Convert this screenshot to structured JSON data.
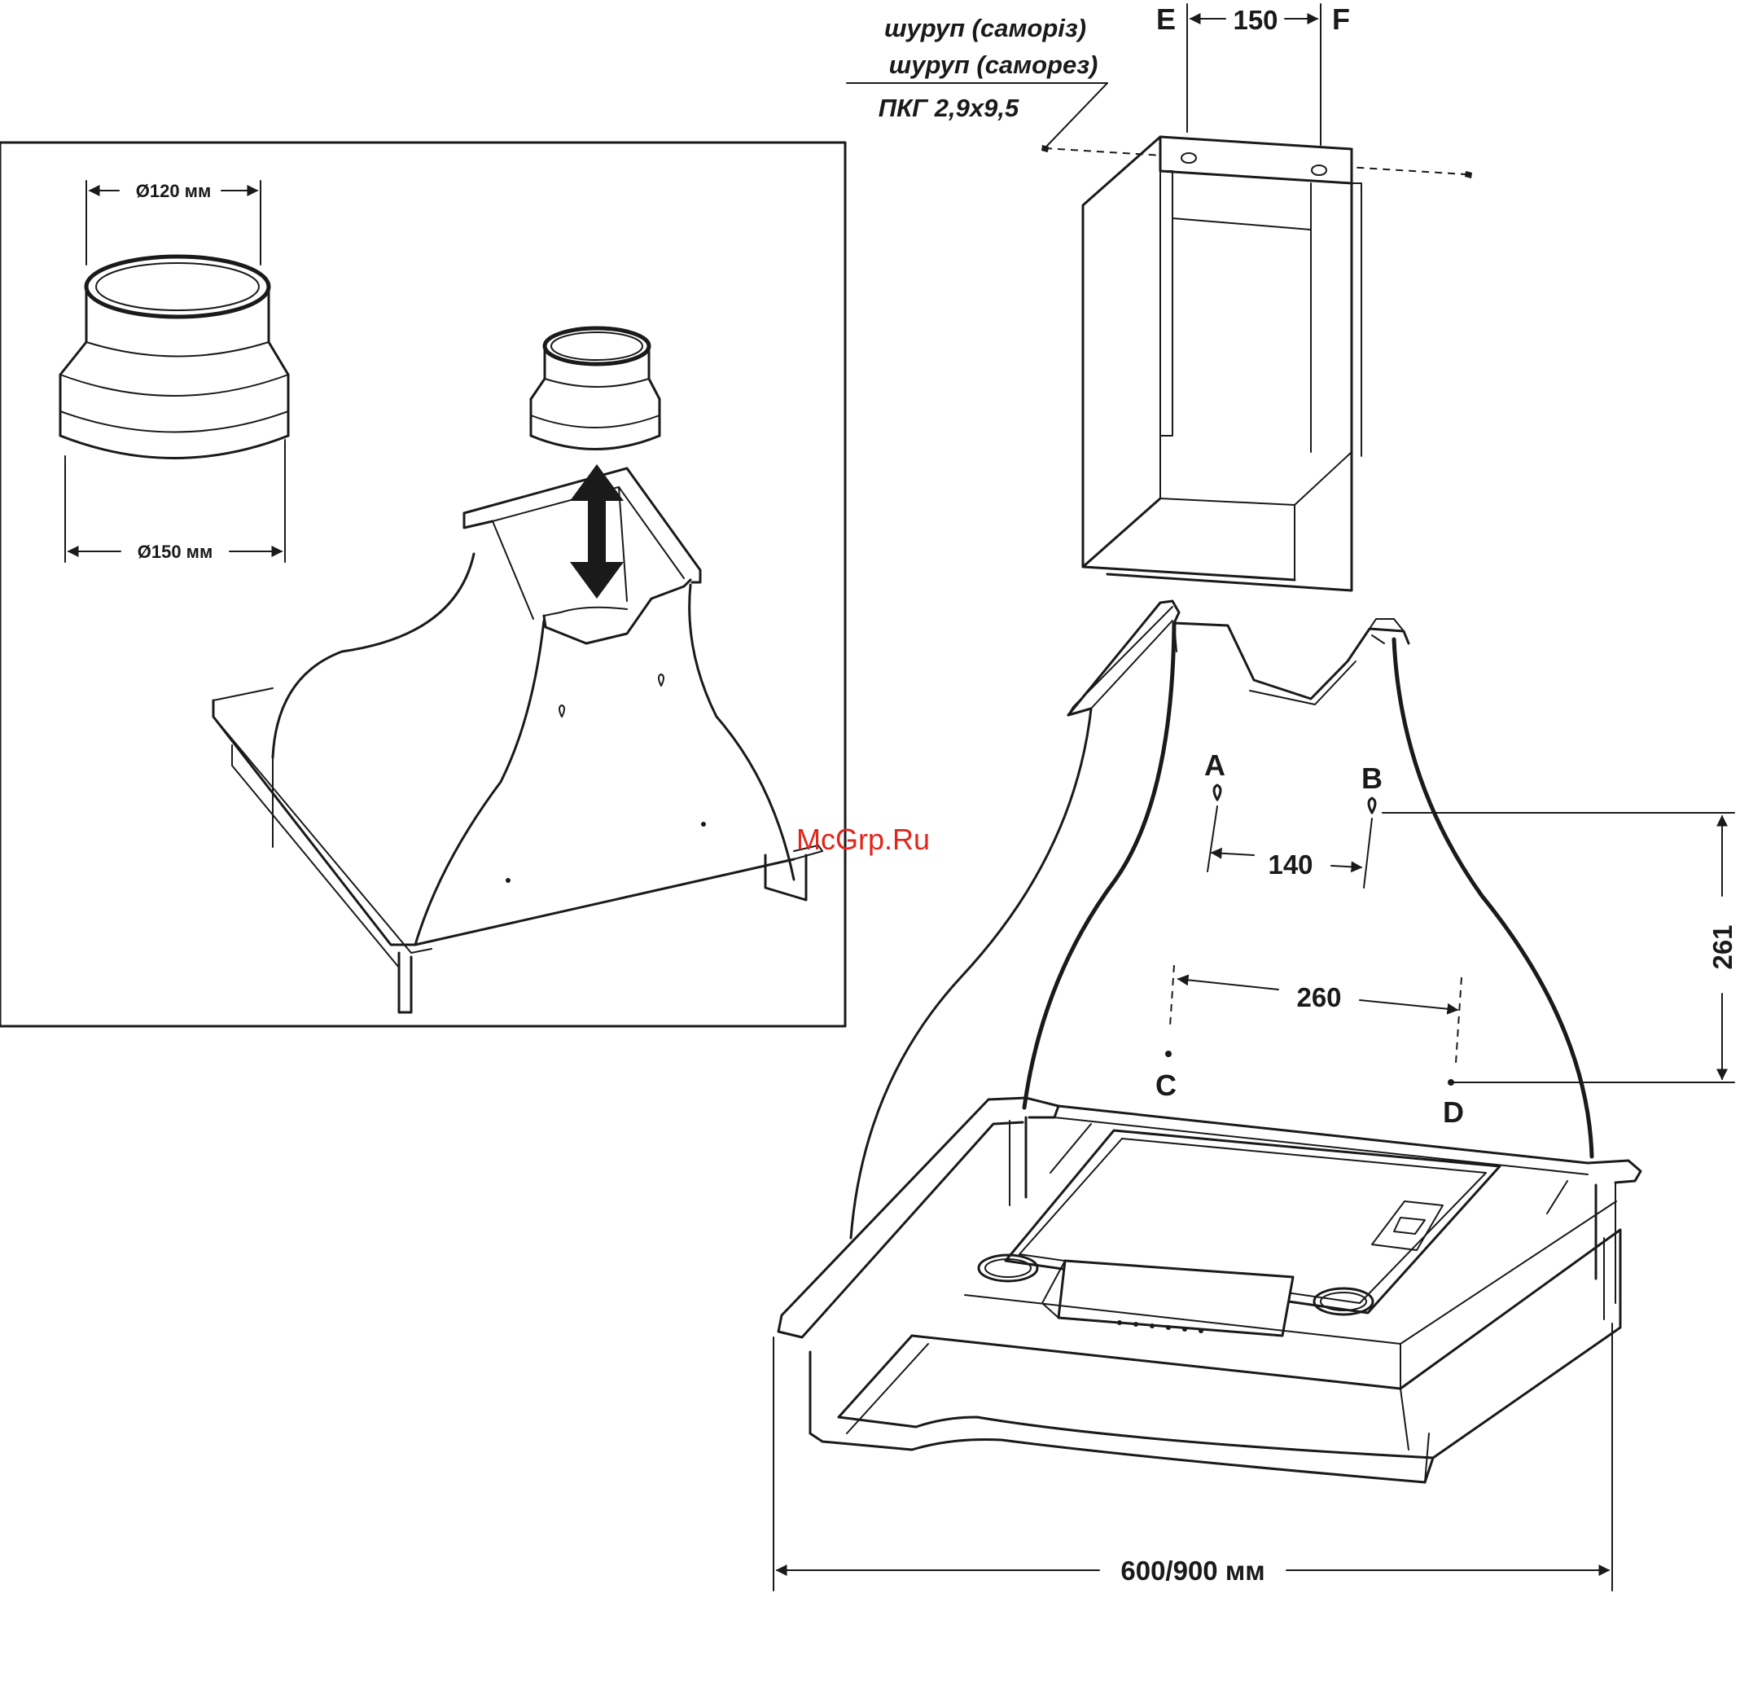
{
  "inset": {
    "dim_inner": "Ø120 мм",
    "dim_outer": "Ø150 мм"
  },
  "screw": {
    "line1": "шуруп (саморіз)",
    "line2": "шуруп (саморез)",
    "line3": "ПКГ 2,9x9,5"
  },
  "bracket": {
    "label_e": "E",
    "label_f": "F",
    "dim_ef": "150"
  },
  "hood": {
    "point_a": "A",
    "point_b": "B",
    "point_c": "C",
    "point_d": "D",
    "dim_ab": "140",
    "dim_cd": "260",
    "dim_vertical": "261",
    "dim_width": "600/900 мм"
  },
  "watermark": "McGrp.Ru"
}
